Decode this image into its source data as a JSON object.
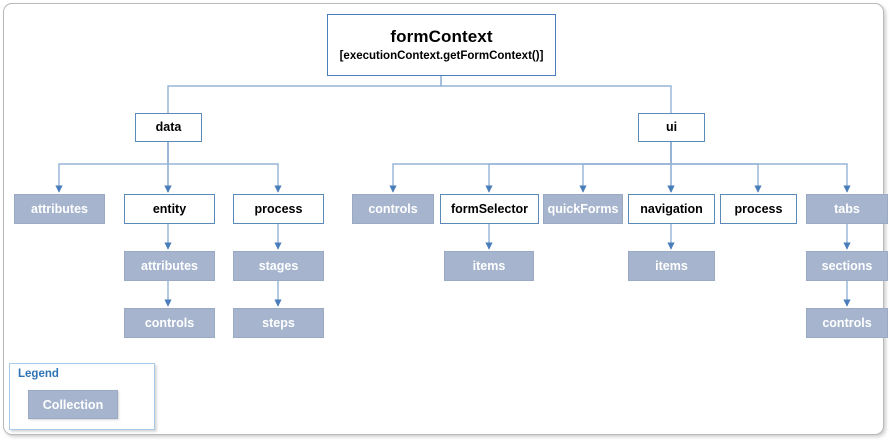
{
  "diagram": {
    "title": "formContext",
    "subtitle": "[executionContext.getFormContext()]",
    "root": {
      "title": "formContext",
      "subtitle": "[executionContext.getFormContext()]"
    },
    "nodes": [
      {
        "id": "data",
        "label": "data",
        "type": "object"
      },
      {
        "id": "ui",
        "label": "ui",
        "type": "object"
      },
      {
        "id": "data-attributes",
        "label": "attributes",
        "type": "collection"
      },
      {
        "id": "data-entity",
        "label": "entity",
        "type": "object"
      },
      {
        "id": "data-process",
        "label": "process",
        "type": "object"
      },
      {
        "id": "entity-attributes",
        "label": "attributes",
        "type": "collection"
      },
      {
        "id": "entity-controls",
        "label": "controls",
        "type": "collection"
      },
      {
        "id": "process-stages",
        "label": "stages",
        "type": "collection"
      },
      {
        "id": "process-steps",
        "label": "steps",
        "type": "collection"
      },
      {
        "id": "ui-controls",
        "label": "controls",
        "type": "collection"
      },
      {
        "id": "ui-formselector",
        "label": "formSelector",
        "type": "object"
      },
      {
        "id": "ui-quickforms",
        "label": "quickForms",
        "type": "collection"
      },
      {
        "id": "ui-navigation",
        "label": "navigation",
        "type": "object"
      },
      {
        "id": "ui-process",
        "label": "process",
        "type": "object"
      },
      {
        "id": "ui-tabs",
        "label": "tabs",
        "type": "collection"
      },
      {
        "id": "formselector-items",
        "label": "items",
        "type": "collection"
      },
      {
        "id": "navigation-items",
        "label": "items",
        "type": "collection"
      },
      {
        "id": "tabs-sections",
        "label": "sections",
        "type": "collection"
      },
      {
        "id": "sections-controls",
        "label": "controls",
        "type": "collection"
      }
    ],
    "edges": [
      [
        "root",
        "data"
      ],
      [
        "root",
        "ui"
      ],
      [
        "data",
        "data-attributes"
      ],
      [
        "data",
        "data-entity"
      ],
      [
        "data",
        "data-process"
      ],
      [
        "data-entity",
        "entity-attributes"
      ],
      [
        "entity-attributes",
        "entity-controls"
      ],
      [
        "data-process",
        "process-stages"
      ],
      [
        "process-stages",
        "process-steps"
      ],
      [
        "ui",
        "ui-controls"
      ],
      [
        "ui",
        "ui-formselector"
      ],
      [
        "ui",
        "ui-quickforms"
      ],
      [
        "ui",
        "ui-navigation"
      ],
      [
        "ui",
        "ui-process"
      ],
      [
        "ui",
        "ui-tabs"
      ],
      [
        "ui-formselector",
        "formselector-items"
      ],
      [
        "ui-navigation",
        "navigation-items"
      ],
      [
        "ui-tabs",
        "tabs-sections"
      ],
      [
        "tabs-sections",
        "sections-controls"
      ]
    ]
  },
  "legend": {
    "title": "Legend",
    "swatch_label": "Collection"
  },
  "colors": {
    "collection_fill": "#a6b5cd",
    "collection_text": "#ffffff",
    "object_border": "#5b89b8",
    "object_fill": "#ffffff",
    "connector": "#95b3d7",
    "connector_arrow": "#4a7ebb",
    "legend_border": "#a8c9e8",
    "legend_title_text": "#2e74b5",
    "frame_border": "#b9b9b9"
  }
}
